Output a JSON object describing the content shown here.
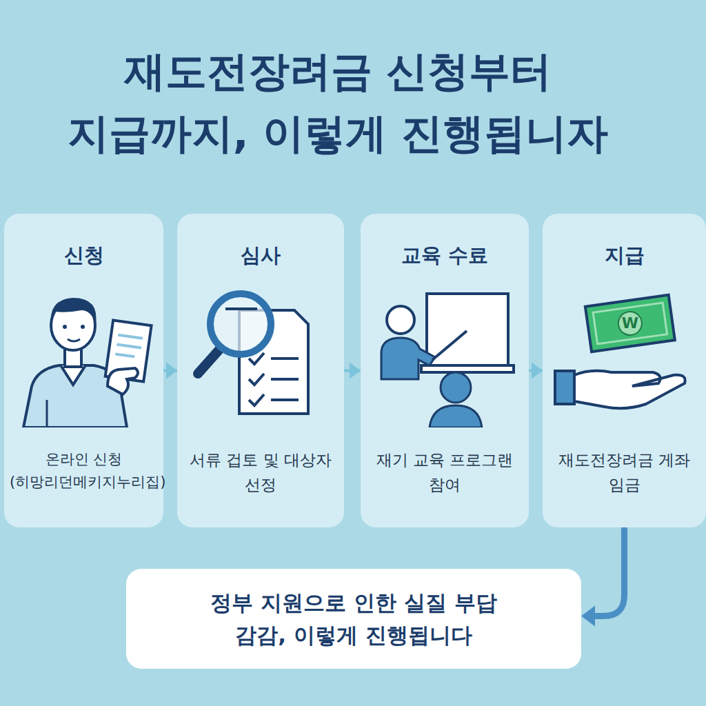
{
  "diagram": {
    "title": "재도전장려금 신청부터 지급까지, 이렇게 진행됩니자",
    "nodes": [
      {
        "text": [
          "신청",
          "온라인 신청 (히망리던메키지누리집)"
        ]
      },
      {
        "text": [
          "심사",
          "서류 겁토 및 대상자 선정"
        ]
      },
      {
        "text": [
          "교육 수료",
          "재기 교육 프로그랜 참여"
        ]
      },
      {
        "text": [
          "지급",
          "재도전장려금 게좌 임금"
        ]
      },
      {
        "text": [
          "정부 지원으로 인한 실질 부답 감감, 이렇게 진행됩니다"
        ]
      }
    ],
    "edges": [
      {
        "from": 0,
        "to": 1,
        "arrow": "to"
      },
      {
        "from": 1,
        "to": 2,
        "arrow": "to"
      },
      {
        "from": 2,
        "to": 3,
        "arrow": "to"
      },
      {
        "from": 3,
        "to": 4,
        "arrow": "to"
      }
    ],
    "labels": [
      "W"
    ]
  }
}
